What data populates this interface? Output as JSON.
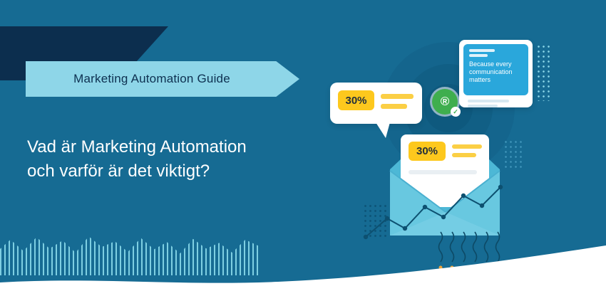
{
  "colors": {
    "background": "#166b93",
    "ribbon_navy": "#0c2e4e",
    "banner_light_blue": "#8ed6e8",
    "accent_yellow": "#fdc81d",
    "card_blue": "#2aa7db",
    "badge_green": "#3fae4e",
    "envelope_blue": "#74cde4",
    "white": "#ffffff"
  },
  "banner": {
    "label": "Marketing Automation Guide"
  },
  "heading": {
    "line1": "Vad är Marketing Automation",
    "line2": "och varför är det viktigt?"
  },
  "chat_bubble": {
    "badge": "30%"
  },
  "letter": {
    "badge": "30%"
  },
  "message_card": {
    "lines": [
      "Because every",
      "communication",
      "matters"
    ]
  },
  "trust_badge": {
    "symbol": "®",
    "check": "✓"
  }
}
